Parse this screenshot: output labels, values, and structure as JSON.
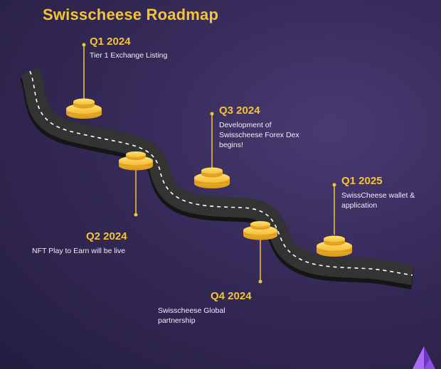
{
  "title": "Swisscheese Roadmap",
  "milestones": [
    {
      "quarter": "Q1 2024",
      "text": "Tier 1 Exchange Listing"
    },
    {
      "quarter": "Q2 2024",
      "text": "NFT Play to Earn will be live"
    },
    {
      "quarter": "Q3 2024",
      "text": "Development of Swisscheese Forex Dex begins!"
    },
    {
      "quarter": "Q4 2024",
      "text": "Swisscheese Global partnership"
    },
    {
      "quarter": "Q1 2025",
      "text": "SwissCheese wallet & application"
    }
  ],
  "colors": {
    "accent": "#f4c533",
    "coin": "#f7c948",
    "road": "#2f2f2f",
    "dash": "#ffffff"
  },
  "icons": [
    "coin-platform-icon",
    "purple-crystal-icon"
  ]
}
